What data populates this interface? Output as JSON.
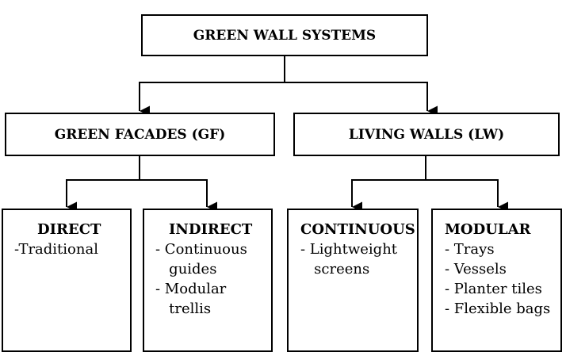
{
  "root": {
    "label": "GREEN WALL SYSTEMS"
  },
  "branches": [
    {
      "label": "GREEN FACADES (GF)",
      "children": [
        {
          "title": "DIRECT",
          "items": [
            "-Traditional"
          ]
        },
        {
          "title": "INDIRECT",
          "items": [
            "- Continuous",
            "   guides",
            "- Modular",
            "   trellis"
          ]
        }
      ]
    },
    {
      "label": "LIVING WALLS (LW)",
      "children": [
        {
          "title": "CONTINUOUS",
          "items": [
            "- Lightweight",
            "   screens"
          ]
        },
        {
          "title": "MODULAR",
          "items": [
            "- Trays",
            "- Vessels",
            "- Planter tiles",
            "- Flexible bags"
          ]
        }
      ]
    }
  ],
  "colors": {
    "line": "#000000",
    "box_border": "#000000",
    "background": "#ffffff",
    "text": "#000000"
  }
}
